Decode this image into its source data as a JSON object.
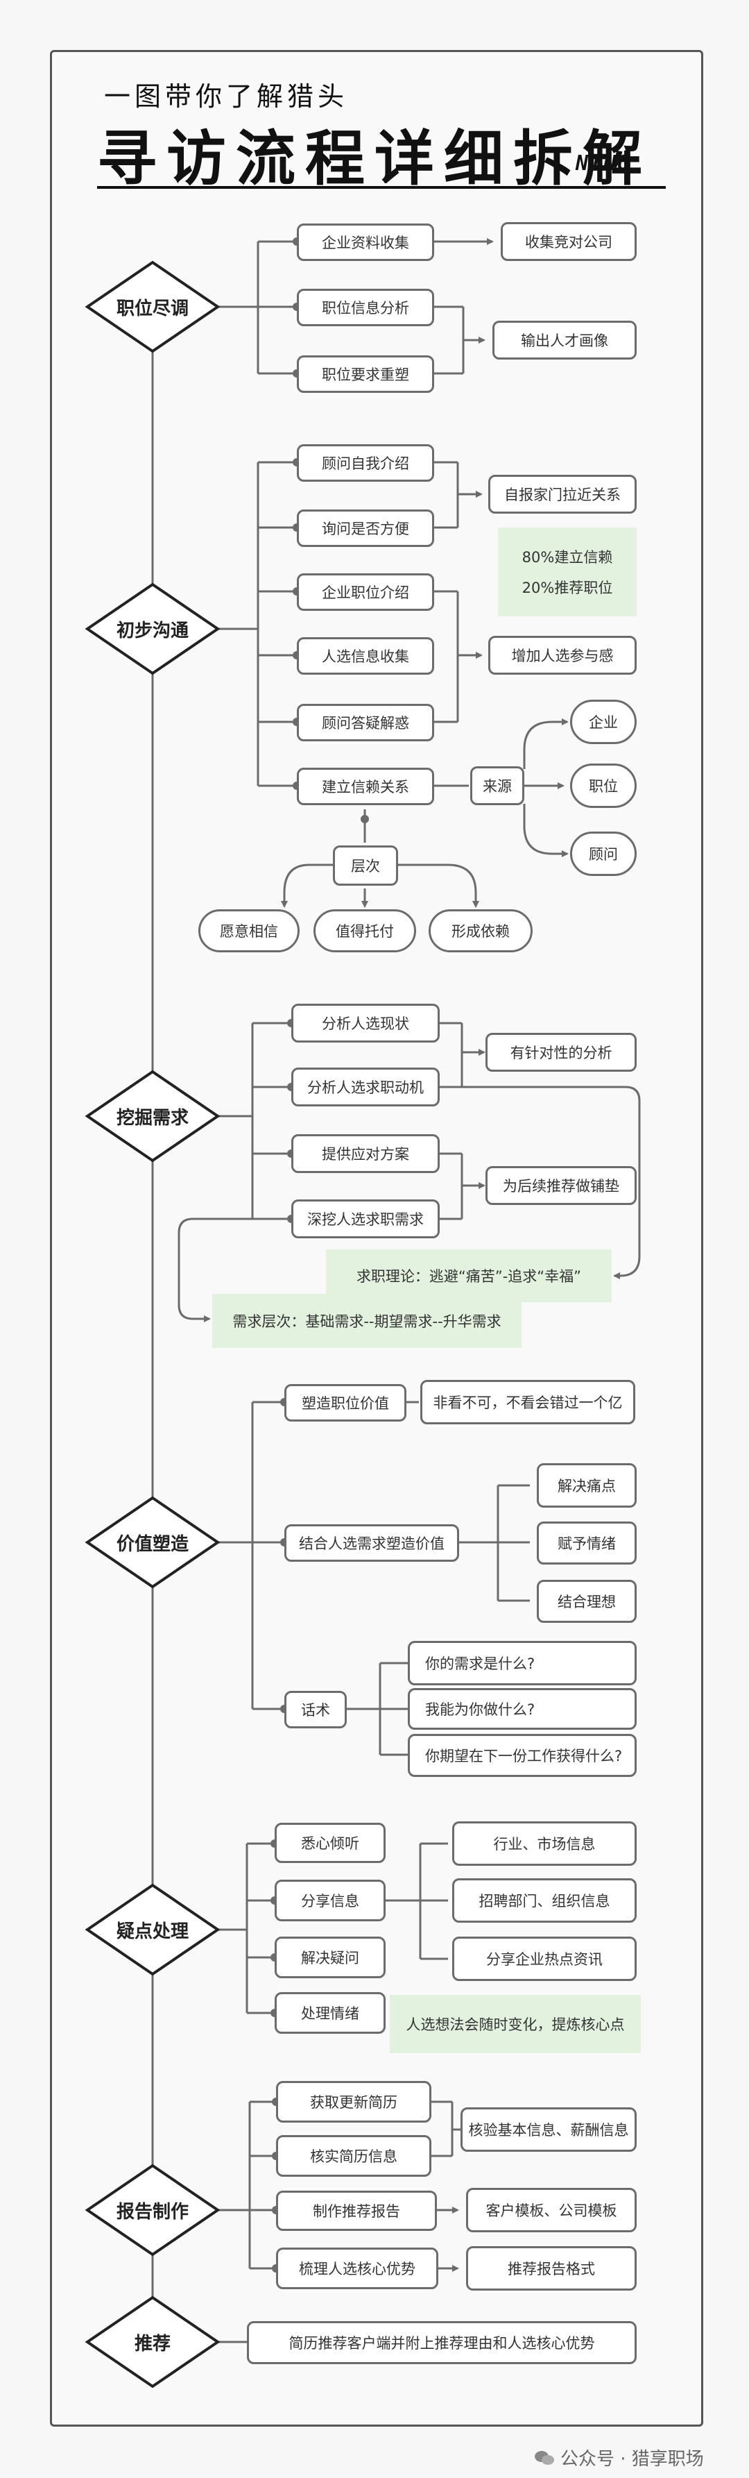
{
  "header": {
    "subtitle": "一图带你了解猎头",
    "title": "寻访流程详细拆解",
    "signature": "NINO"
  },
  "sections": {
    "s1": {
      "label": "职位尽调",
      "items": [
        "企业资料收集",
        "职位信息分析",
        "职位要求重塑"
      ],
      "results": [
        "收集竞对公司",
        "输出人才画像"
      ]
    },
    "s2": {
      "label": "初步沟通",
      "items": [
        "顾问自我介绍",
        "询问是否方便",
        "企业职位介绍",
        "人选信息收集",
        "顾问答疑解惑",
        "建立信赖关系"
      ],
      "results": [
        "自报家门拉近关系",
        "增加人选参与感"
      ],
      "note_lines": [
        "80%建立信赖",
        "20%推荐职位"
      ],
      "source": "来源",
      "source_items": [
        "企业",
        "职位",
        "顾问"
      ],
      "level": "层次",
      "level_items": [
        "愿意相信",
        "值得托付",
        "形成依赖"
      ]
    },
    "s3": {
      "label": "挖掘需求",
      "items": [
        "分析人选现状",
        "分析人选求职动机",
        "提供应对方案",
        "深挖人选求职需求"
      ],
      "results": [
        "有针对性的分析",
        "为后续推荐做铺垫"
      ],
      "note1": "求职理论：逃避“痛苦”-追求“幸福”",
      "note2": "需求层次：基础需求--期望需求--升华需求"
    },
    "s4": {
      "label": "价值塑造",
      "items": [
        "塑造职位价值",
        "结合人选需求塑造价值",
        "话术"
      ],
      "result1": "非看不可，不看会错过一个亿",
      "value_items": [
        "解决痛点",
        "赋予情绪",
        "结合理想"
      ],
      "script_items": [
        "你的需求是什么?",
        "我能为你做什么?",
        "你期望在下一份工作获得什么?"
      ]
    },
    "s5": {
      "label": "疑点处理",
      "items": [
        "悉心倾听",
        "分享信息",
        "解决疑问",
        "处理情绪"
      ],
      "share_items": [
        "行业、市场信息",
        "招聘部门、组织信息",
        "分享企业热点资讯"
      ],
      "note": "人选想法会随时变化，提炼核心点"
    },
    "s6": {
      "label": "报告制作",
      "items": [
        "获取更新简历",
        "核实简历信息",
        "制作推荐报告",
        "梳理人选核心优势"
      ],
      "results": [
        "核验基本信息、薪酬信息",
        "客户模板、公司模板",
        "推荐报告格式"
      ]
    },
    "s7": {
      "label": "推荐",
      "items": [
        "简历推荐客户端并附上推荐理由和人选核心优势"
      ]
    }
  },
  "footer": {
    "text": "公众号 · 猎享职场"
  },
  "colors": {
    "line": "#6b6b6b",
    "note_bg": "#e2f2df",
    "frame": "#555555"
  }
}
